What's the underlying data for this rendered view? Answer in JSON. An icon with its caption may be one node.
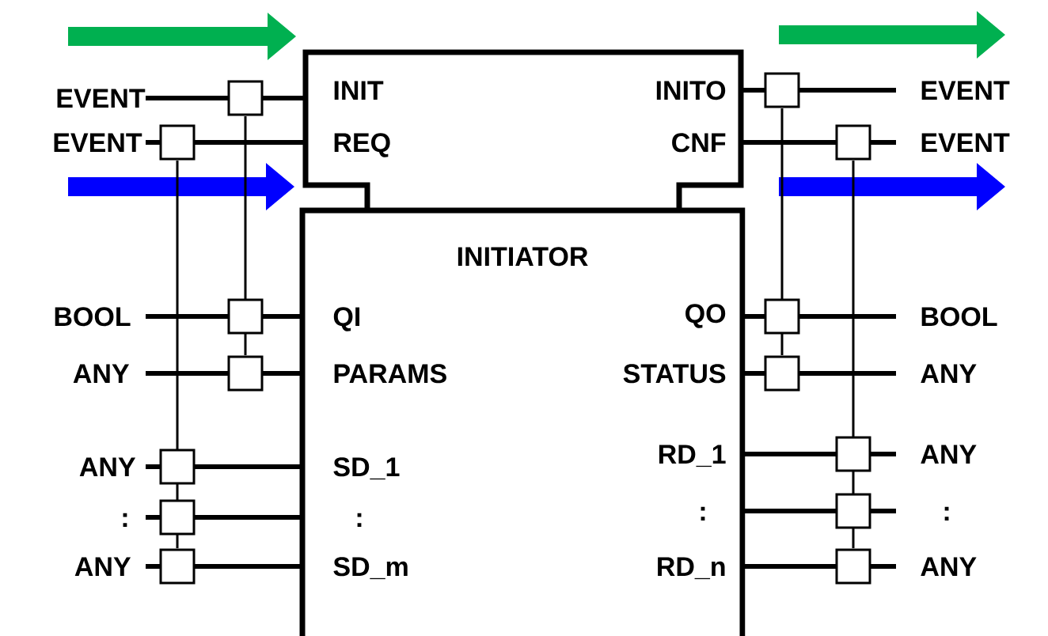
{
  "diagram": {
    "nodes": [
      {
        "text": [
          "INIT",
          "REQ",
          "INITO",
          "CNF",
          "INITIATOR",
          "QI",
          "PARAMS",
          "QO",
          "STATUS",
          "SD_1",
          ":",
          "SD_m",
          "RD_1",
          ":",
          "RD_n"
        ]
      },
      {
        "text": [
          "EVENT"
        ]
      },
      {
        "text": [
          "EVENT"
        ]
      },
      {
        "text": [
          "BOOL"
        ]
      },
      {
        "text": [
          "ANY"
        ]
      },
      {
        "text": [
          "ANY"
        ]
      },
      {
        "text": [
          ":"
        ]
      },
      {
        "text": [
          "ANY"
        ]
      },
      {
        "text": [
          "EVENT"
        ]
      },
      {
        "text": [
          "EVENT"
        ]
      },
      {
        "text": [
          "BOOL"
        ]
      },
      {
        "text": [
          "ANY"
        ]
      },
      {
        "text": [
          "ANY"
        ]
      },
      {
        "text": [
          ":"
        ]
      },
      {
        "text": [
          "ANY"
        ]
      }
    ],
    "edges": [
      {
        "from": 1,
        "to": 0,
        "arrow": "none"
      },
      {
        "from": 2,
        "to": 0,
        "arrow": "none"
      },
      {
        "from": 3,
        "to": 0,
        "arrow": "none"
      },
      {
        "from": 4,
        "to": 0,
        "arrow": "none"
      },
      {
        "from": 5,
        "to": 0,
        "arrow": "none"
      },
      {
        "from": 6,
        "to": 0,
        "arrow": "none"
      },
      {
        "from": 7,
        "to": 0,
        "arrow": "none"
      },
      {
        "from": 0,
        "to": 8,
        "arrow": "none"
      },
      {
        "from": 0,
        "to": 9,
        "arrow": "none"
      },
      {
        "from": 0,
        "to": 10,
        "arrow": "none"
      },
      {
        "from": 0,
        "to": 11,
        "arrow": "none"
      },
      {
        "from": 0,
        "to": 12,
        "arrow": "none"
      },
      {
        "from": 0,
        "to": 13,
        "arrow": "none"
      },
      {
        "from": 0,
        "to": 14,
        "arrow": "none"
      }
    ]
  }
}
